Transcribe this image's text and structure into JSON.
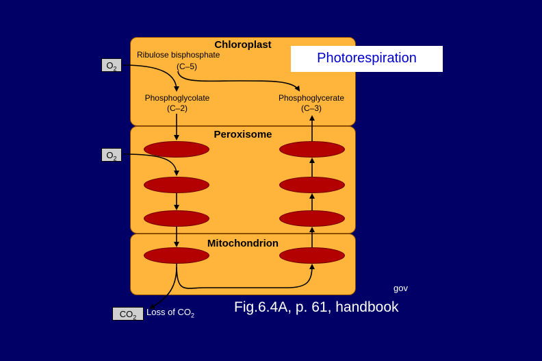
{
  "title": "Photorespiration",
  "compartments": {
    "chloroplast": "Chloroplast",
    "peroxisome": "Peroxisome",
    "mitochondrion": "Mitochondrion"
  },
  "molecules": {
    "ribulose_name": "Ribulose bisphosphate",
    "ribulose_carbons": "(C–5)",
    "phosphoglycolate_name": "Phosphoglycolate",
    "phosphoglycolate_carbons": "(C–2)",
    "phosphoglycerate_name": "Phosphoglycerate",
    "phosphoglycerate_carbons": "(C–3)"
  },
  "inputs": {
    "o2_base": "O",
    "o2_sub": "2"
  },
  "outputs": {
    "co2_base": "CO",
    "co2_sub": "2",
    "loss_text": "Loss of CO",
    "loss_sub": "2"
  },
  "caption": "Fig.6.4A, p. 61, handbook",
  "watermark": "gov",
  "colors": {
    "background": "#000066",
    "compartment": "#ffb43c",
    "enzyme_oval": "#b30000",
    "title_text": "#0000cc"
  }
}
